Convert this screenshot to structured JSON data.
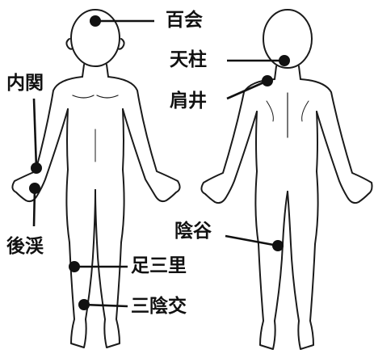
{
  "diagram": {
    "acupoints": [
      {
        "id": "hyakue",
        "label": "百会"
      },
      {
        "id": "tenchu",
        "label": "天柱"
      },
      {
        "id": "kensei",
        "label": "肩井"
      },
      {
        "id": "naikan",
        "label": "内関"
      },
      {
        "id": "kokei",
        "label": "後渓"
      },
      {
        "id": "ashisanri",
        "label": "足三里"
      },
      {
        "id": "sanninko",
        "label": "三陰交"
      },
      {
        "id": "inkoku",
        "label": "陰谷"
      }
    ],
    "colors": {
      "outline": "#1a1a1a",
      "point": "#111111",
      "background": "#ffffff"
    }
  }
}
